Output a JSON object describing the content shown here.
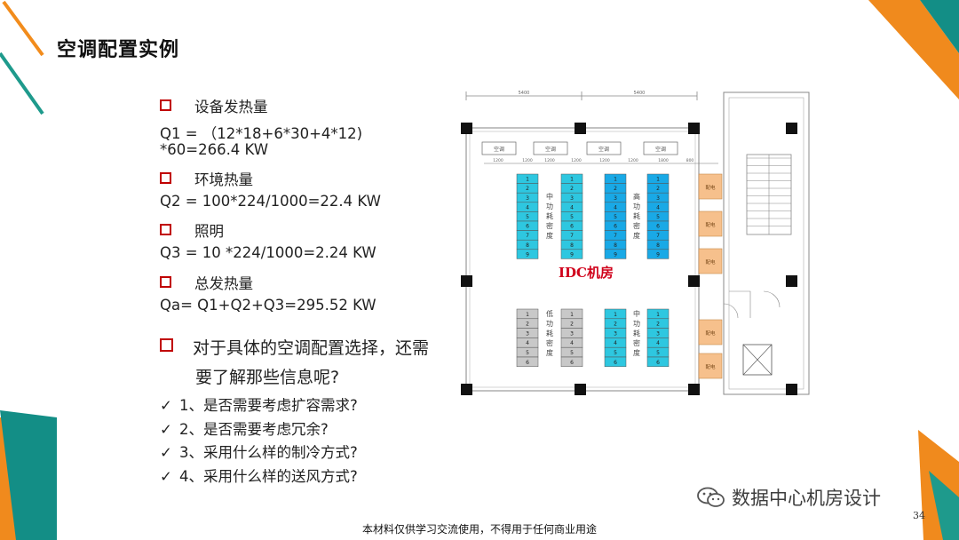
{
  "slide": {
    "title": "空调配置实例",
    "items": [
      {
        "label": "设备发热量"
      },
      {
        "label": "环境热量"
      },
      {
        "label": "照明"
      },
      {
        "label": "总发热量"
      }
    ],
    "formulas": {
      "q1_line1": "Q1 = （12*18+6*30+4*12)",
      "q1_line2": "*60=266.4 KW",
      "q2": "Q2 = 100*224/1000=22.4 KW",
      "q3": "Q3 = 10 *224/1000=2.24 KW",
      "qa": "Qa= Q1+Q2+Q3=295.52 KW"
    },
    "question_line1": "对于具体的空调配置选择，还需",
    "question_line2": "要了解那些信息呢?",
    "checks": [
      "1、是否需要考虑扩容需求?",
      "2、是否需要考虑冗余?",
      "3、采用什么样的制冷方式?",
      "4、采用什么样的送风方式?"
    ],
    "footer": "本材料仅供学习交流使用，不得用于任何商业用途",
    "page_number": "34",
    "watermark": "数据中心机房设计"
  },
  "floorplan": {
    "room_label": "IDC机房",
    "ac_label": "空调",
    "side_label": "配电",
    "dim_top_left": "5400",
    "dim_top_right": "5400",
    "spacing_labels": [
      "1200",
      "1200",
      "1200",
      "1200",
      "1200",
      "1200",
      "1800",
      "800"
    ],
    "zone_labels": {
      "mid_top": "中功耗密度",
      "high_top": "高功耗密度",
      "low_bottom": "低功耗密度",
      "mid_bottom": "中功耗密度"
    },
    "rack_numbers_tall": [
      "1",
      "2",
      "3",
      "4",
      "5",
      "6",
      "7",
      "8",
      "9"
    ],
    "rack_numbers_short": [
      "1",
      "2",
      "3",
      "4",
      "5",
      "6"
    ],
    "colors": {
      "mid": "#2ec7e0",
      "high": "#19a9e6",
      "low": "#c8c8c8",
      "side": "#f6c08c",
      "label": "#d0021b"
    }
  }
}
